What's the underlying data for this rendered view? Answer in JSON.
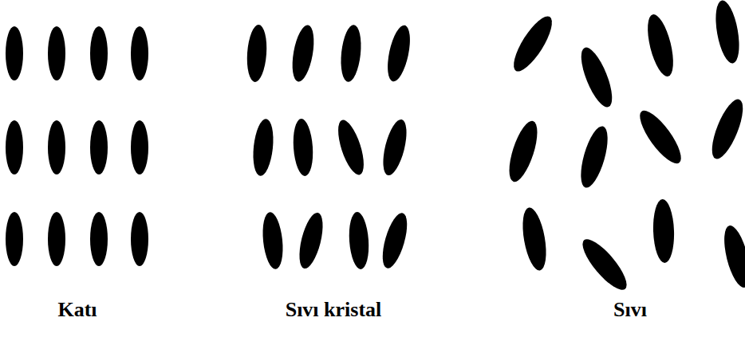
{
  "diagram": {
    "labels": [
      "Katı",
      "Sıvı kristal",
      "Sıvı"
    ]
  }
}
